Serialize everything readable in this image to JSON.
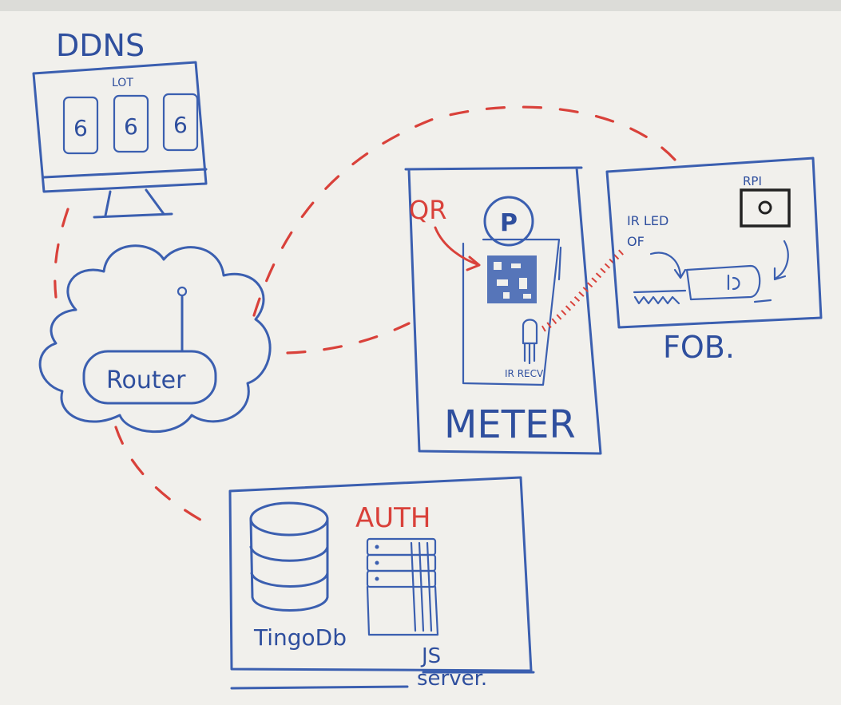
{
  "labels": {
    "ddns": "DDNS",
    "lot": "LOT",
    "router": "Router",
    "qr": "QR",
    "parking": "P",
    "ir_recv": "IR RECV",
    "meter": "METER",
    "ir_led": "IR LED",
    "of": "OF",
    "rpi": "RPI",
    "fob": "FOB.",
    "auth": "AUTH",
    "tingodb": "TingoDb",
    "js": "JS",
    "server": "server."
  },
  "lot_slots": [
    "6",
    "6",
    "6"
  ],
  "colors": {
    "ink_blue": "#3b5fb0",
    "ink_red": "#d9413a",
    "board": "#f1f0ec"
  }
}
